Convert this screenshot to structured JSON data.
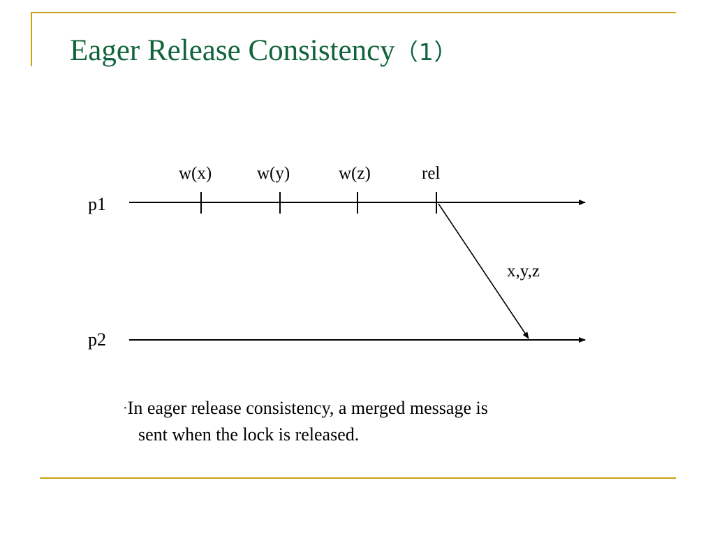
{
  "slide": {
    "title_main": "Eager Release Consistency",
    "title_number": "（1）",
    "accent_color": "#c8a415",
    "title_color": "#10633a"
  },
  "diagram": {
    "operations": [
      {
        "label": "w(x)"
      },
      {
        "label": "w(y)"
      },
      {
        "label": "w(z)"
      },
      {
        "label": "rel"
      }
    ],
    "processes": [
      {
        "label": "p1"
      },
      {
        "label": "p2"
      }
    ],
    "message_label": "x,y,z"
  },
  "body": {
    "bullet_marker": "·",
    "bullet_line1": "In eager release consistency, a merged message is",
    "bullet_line2": "sent when the lock is released."
  }
}
